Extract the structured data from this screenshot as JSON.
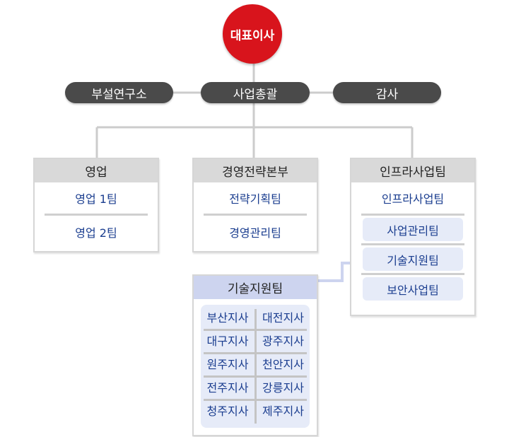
{
  "ceo": {
    "label": "대표이사"
  },
  "top_row": {
    "left": "부설연구소",
    "center": "사업총괄",
    "right": "감사"
  },
  "divisions": [
    {
      "title": "영업",
      "items": [
        "영업 1팀",
        "영업 2팀"
      ]
    },
    {
      "title": "경영전략본부",
      "items": [
        "전략기획팀",
        "경영관리팀"
      ]
    },
    {
      "title": "인프라사업팀",
      "items": [
        "인프라사업팀",
        "사업관리팀",
        "기술지원팀",
        "보안사업팀"
      ]
    }
  ],
  "tech_support": {
    "title": "기술지원팀",
    "branches": [
      [
        "부산지사",
        "대전지사"
      ],
      [
        "대구지사",
        "광주지사"
      ],
      [
        "원주지사",
        "천안지사"
      ],
      [
        "전주지사",
        "강릉지사"
      ],
      [
        "청주지사",
        "제주지사"
      ]
    ]
  },
  "colors": {
    "ceo": "#d8141c",
    "pill": "#4a4a4a",
    "header": "#d9d9d9",
    "tech_header": "#cdd4ef",
    "chip": "#e6ebf8",
    "item_text": "#1a3d8f",
    "connector": "#cccccc"
  }
}
